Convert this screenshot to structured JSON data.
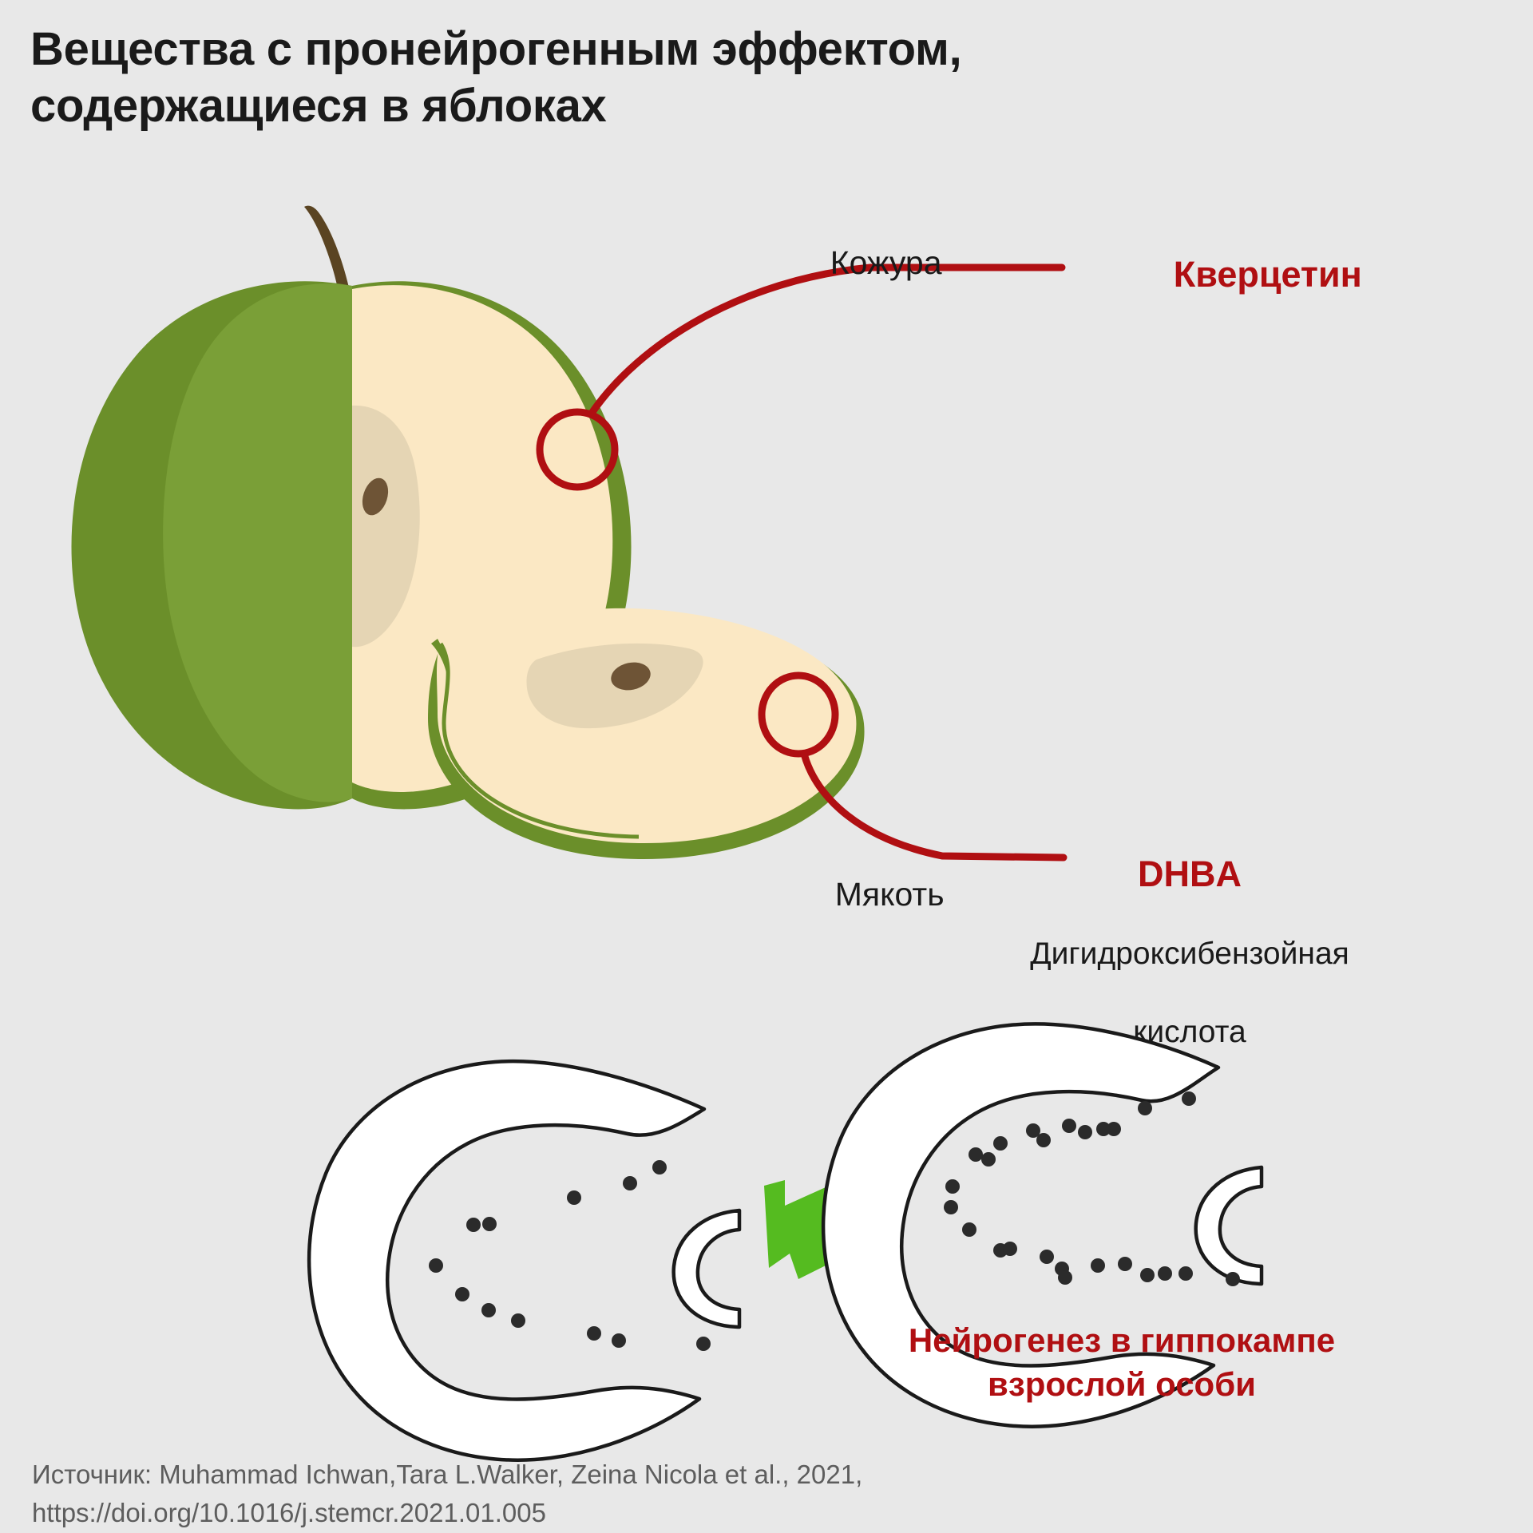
{
  "background_color": "#e8e8e8",
  "title": {
    "line1": "Вещества с пронейрогенным эффектом,",
    "line2": "содержащиеся в яблоках"
  },
  "callouts": {
    "skin": {
      "part_label": "Кожура",
      "compound": "Кверцетин",
      "color": "#b00f12"
    },
    "flesh": {
      "part_label": "Мякоть",
      "compound": "DHBA",
      "compound_full_line1": "Дигидроксибензойная",
      "compound_full_line2": "кислота",
      "color": "#b00f12"
    }
  },
  "neurogenesis": {
    "caption_line1": "Нейрогенез в гиппокампе",
    "caption_line2": "взрослой особи",
    "color": "#b00f12",
    "arrow_color": "#55bb20",
    "left_diagram_dots": 13,
    "right_diagram_dots": 28
  },
  "source": {
    "line1": "Источник: Muhammad Ichwan,Tara L.Walker, Zeina Nicola et al., 2021,",
    "line2": "https://doi.org/10.1016/j.stemcr.2021.01.005"
  },
  "palette": {
    "apple_skin_dark": "#6b8f2a",
    "apple_skin_light": "#7a9f37",
    "apple_flesh": "#fbe8c4",
    "apple_core": "#e5d5b4",
    "apple_seed": "#6e5436",
    "apple_stem": "#5a4422",
    "leader_red": "#b00f12",
    "diagram_outline": "#1a1a1a",
    "diagram_fill": "#ffffff",
    "dot_color": "#2b2b2b"
  }
}
